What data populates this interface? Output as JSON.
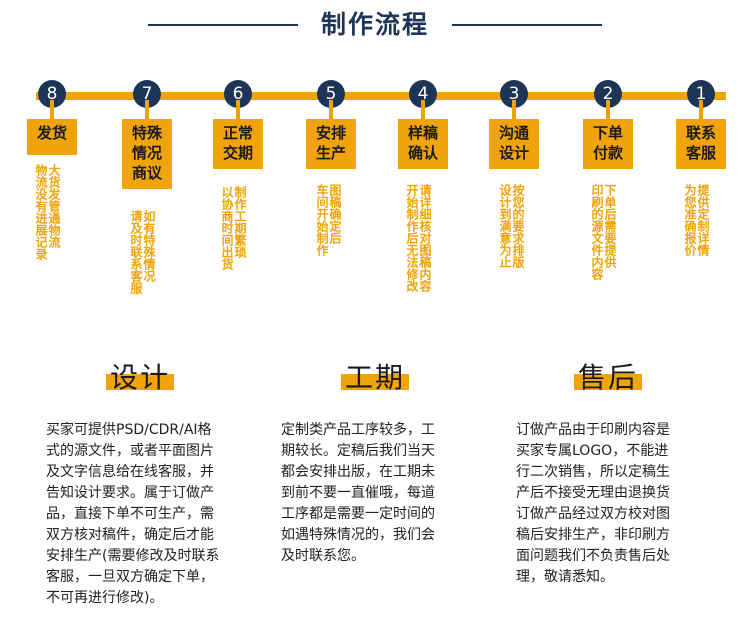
{
  "header": {
    "title": "制作流程"
  },
  "steps": [
    {
      "num": "8",
      "title": "发货",
      "desc": "大货发管通物流\n物流没有进展记录"
    },
    {
      "num": "7",
      "title": "特殊\n情况\n商议",
      "desc": "如有特殊情况\n请及时联系客服"
    },
    {
      "num": "6",
      "title": "正常\n交期",
      "desc": "制作工期繁琐\n以协商时间出货"
    },
    {
      "num": "5",
      "title": "安排\n生产",
      "desc": "图稿确定后\n车间开始制作"
    },
    {
      "num": "4",
      "title": "样稿\n确认",
      "desc": "请详细核对图稿内容\n开始制作后无法修改"
    },
    {
      "num": "3",
      "title": "沟通\n设计",
      "desc": "按您的要求排版\n设计到满意为止"
    },
    {
      "num": "2",
      "title": "下单\n付款",
      "desc": "下单后需要提供\n印刷的源文件内容"
    },
    {
      "num": "1",
      "title": "联系\n客服",
      "desc": "提供定制详情\n为您准确报价"
    }
  ],
  "sections": [
    {
      "title": "设计",
      "text": "买家可提供PSD/CDR/AI格\n式的源文件，或者平面图片\n及文字信息给在线客服，并\n告知设计要求。属于订做产\n品，直接下单不可生产，需\n双方核对稿件，确定后才能\n安排生产(需要修改及时联系\n客服，一旦双方确定下单，\n不可再进行修改)。"
    },
    {
      "title": "工期",
      "text": "定制类产品工序较多，工\n期较长。定稿后我们当天\n都会安排出版，在工期未\n到前不要一直催哦，每道\n工序都是需要一定时间的\n如遇特殊情况的，我们会\n及时联系您。"
    },
    {
      "title": "售后",
      "text": "订做产品由于印刷内容是\n买家专属LOGO，不能进\n行二次销售，所以定稿生\n产后不接受无理由退换货\n订做产品经过双方校对图\n稿后安排生产，非印刷方\n面问题我们不负责售后处\n理，敬请悉知。"
    }
  ]
}
